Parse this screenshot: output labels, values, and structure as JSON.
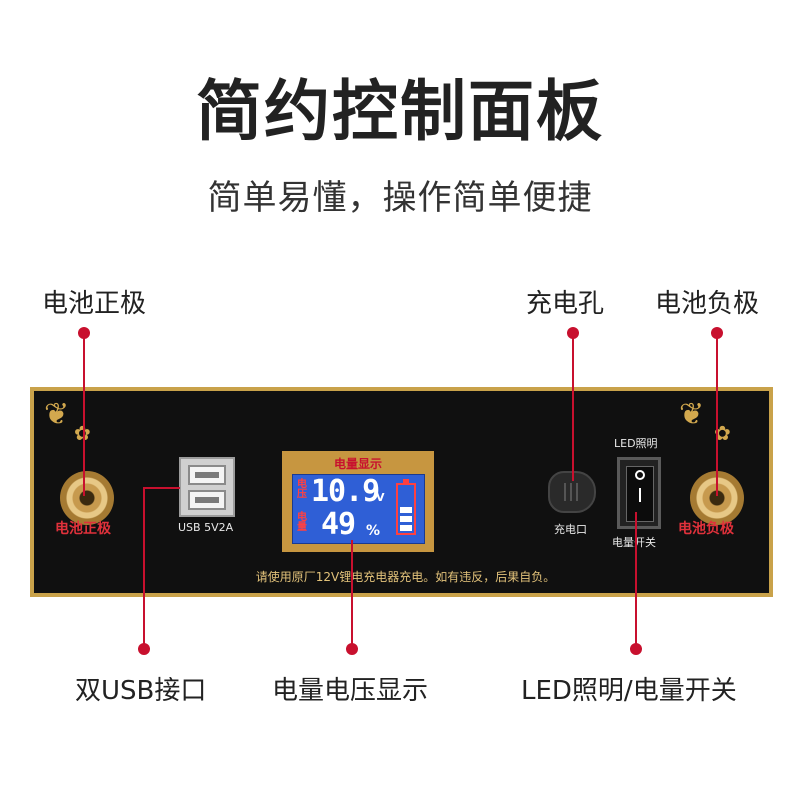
{
  "header": {
    "title": "简约控制面板",
    "subtitle": "简单易懂，操作简单便捷"
  },
  "callouts": {
    "positive": "电池正极",
    "charge_hole": "充电孔",
    "negative": "电池负极",
    "usb": "双USB接口",
    "meter": "电量电压显示",
    "switch": "LED照明/电量开关"
  },
  "panel": {
    "positive_label": "电池正极",
    "negative_label": "电池负极",
    "usb_label": "USB 5V2A",
    "meter_title": "电量显示",
    "voltage_tag": "电压",
    "charge_tag": "电量",
    "voltage_value": "10.9",
    "voltage_unit": "V",
    "charge_value": "49",
    "charge_unit": "%",
    "charge_port_label": "充电口",
    "led_label": "LED照明",
    "switch_label": "电量开关",
    "warning": "请使用原厂12V锂电充电器充电。如有违反，后果自负。"
  },
  "colors": {
    "accent_red": "#c8102e",
    "gold": "#c9a24a",
    "panel_bg": "#101010",
    "lcd_blue": "#2f5fd6"
  },
  "icons": [
    "flourish-ornament-icon",
    "battery-level-icon",
    "rocker-switch-icon"
  ]
}
